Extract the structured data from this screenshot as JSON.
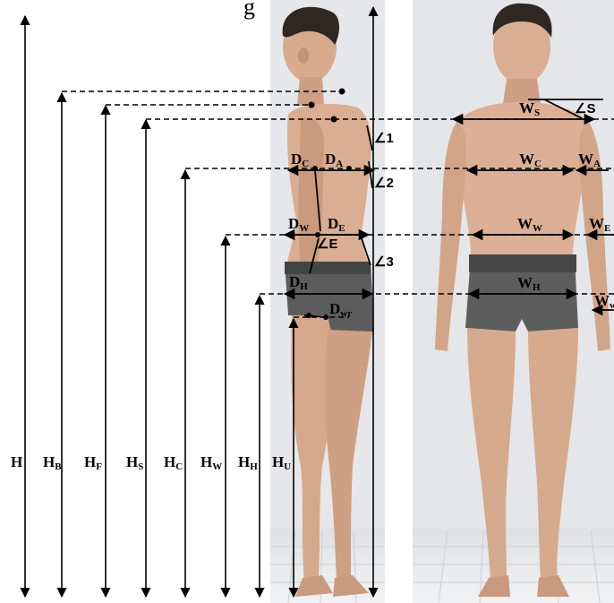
{
  "title_fragment": "g",
  "title_fragment_right": "y   g",
  "height_labels": [
    {
      "id": "H",
      "main": "H",
      "sub": ""
    },
    {
      "id": "HB",
      "main": "H",
      "sub": "B"
    },
    {
      "id": "HF",
      "main": "H",
      "sub": "F"
    },
    {
      "id": "HS",
      "main": "H",
      "sub": "S"
    },
    {
      "id": "HC",
      "main": "H",
      "sub": "C"
    },
    {
      "id": "HW",
      "main": "H",
      "sub": "W"
    },
    {
      "id": "HH",
      "main": "H",
      "sub": "H"
    },
    {
      "id": "HU",
      "main": "H",
      "sub": "U"
    }
  ],
  "side_labels": {
    "dc": {
      "main": "D",
      "sub": "C"
    },
    "da": {
      "main": "D",
      "sub": "A"
    },
    "dw": {
      "main": "D",
      "sub": "W"
    },
    "de": {
      "main": "D",
      "sub": "E"
    },
    "dh": {
      "main": "D",
      "sub": "H"
    },
    "dwr": {
      "main": "D",
      "sub": "wr"
    }
  },
  "angle_labels": {
    "a1": "∠1",
    "a2": "∠2",
    "a3": "∠3",
    "aE": "∠E",
    "aS": "∠S"
  },
  "front_labels": {
    "ws": {
      "main": "W",
      "sub": "S"
    },
    "wc": {
      "main": "W",
      "sub": "C"
    },
    "wa": {
      "main": "W",
      "sub": "A"
    },
    "ww": {
      "main": "W",
      "sub": "W"
    },
    "we": {
      "main": "W",
      "sub": "E"
    },
    "wh": {
      "main": "W",
      "sub": "H"
    },
    "wwr": {
      "main": "W",
      "sub": "wr"
    }
  },
  "colors": {
    "skin": "#d9ae93",
    "skin_shadow": "#c49277",
    "hair": "#2f2722",
    "shorts": "#5a5a5a",
    "waistband": "#3e3e3e",
    "panel": "#e4e6e9",
    "lines": "#000000"
  }
}
